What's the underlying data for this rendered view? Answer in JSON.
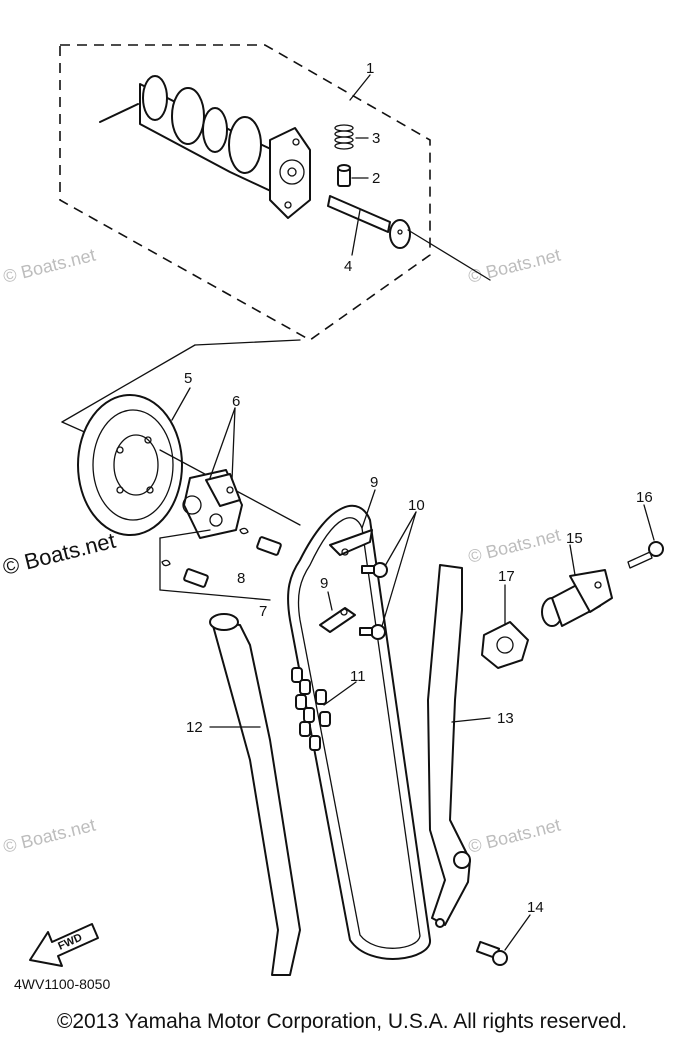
{
  "diagram": {
    "callouts": [
      "1",
      "2",
      "3",
      "4",
      "5",
      "6",
      "7",
      "8",
      "9",
      "9",
      "10",
      "11",
      "12",
      "13",
      "14",
      "15",
      "16",
      "17"
    ],
    "watermark": "© Boats.net",
    "watermark_main": "© Boats.net",
    "drawing_code": "4WV1100-8050",
    "fwd_label": "FWD"
  },
  "footer": {
    "copyright": "©2013 Yamaha Motor Corporation, U.S.A. All rights reserved."
  }
}
